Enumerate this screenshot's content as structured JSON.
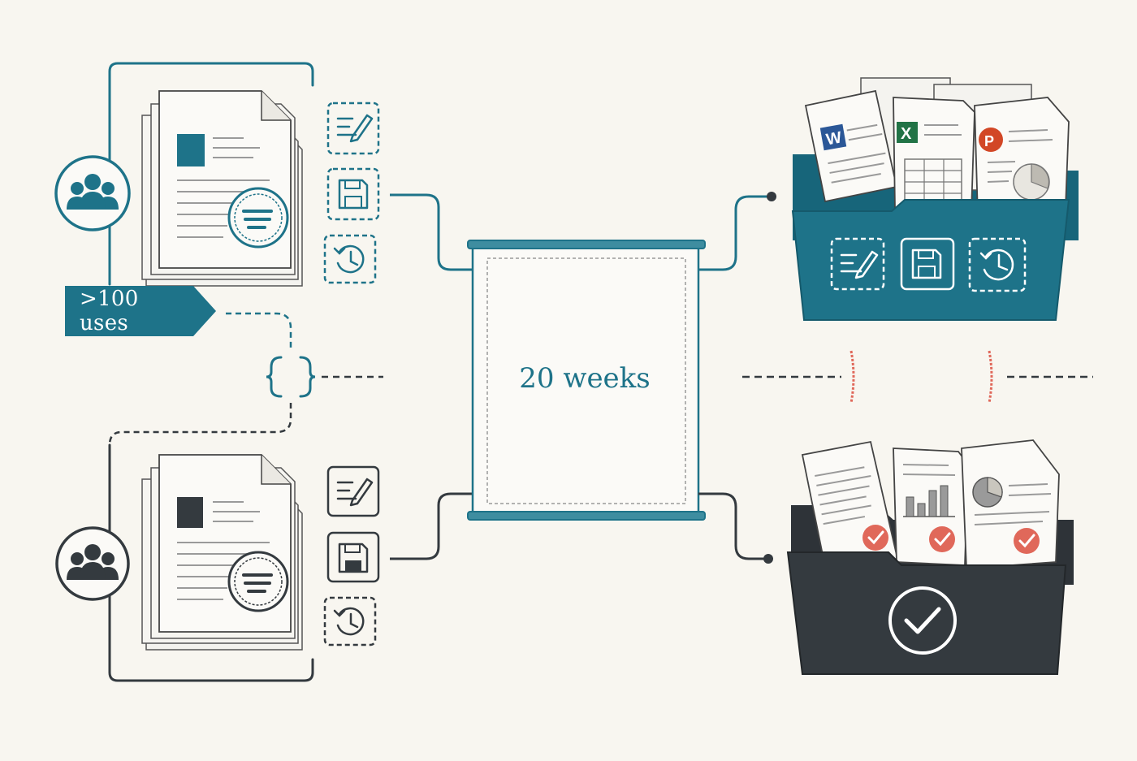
{
  "colors": {
    "background": "#f8f6f0",
    "teal": "#1e7389",
    "dark": "#343a3f",
    "accent_red": "#e0685a",
    "ink": "#2b2b2b"
  },
  "annotations": {
    "uses_tag": ">100 uses",
    "duration": "20 weeks"
  },
  "top_stack": {
    "user_group_icon": "users-icon",
    "tool_icons": [
      "edit-icon",
      "save-icon",
      "history-icon"
    ],
    "seal_icon": "stamp-seal-icon"
  },
  "bottom_stack": {
    "user_group_icon": "users-icon",
    "tool_icons": [
      "edit-icon",
      "save-icon",
      "history-icon"
    ],
    "seal_icon": "stamp-seal-icon"
  },
  "teal_folder": {
    "documents": [
      {
        "badge": "W",
        "color": "#2b5797",
        "icon": "word-doc-icon"
      },
      {
        "badge": "X",
        "color": "#217346",
        "icon": "excel-doc-icon"
      },
      {
        "badge": "P",
        "color": "#d24726",
        "icon": "powerpoint-doc-icon"
      }
    ],
    "folder_icons": [
      "edit-icon",
      "save-icon",
      "history-icon"
    ]
  },
  "dark_folder": {
    "documents": [
      "text-doc-icon",
      "bar-chart-doc-icon",
      "pie-chart-doc-icon"
    ],
    "status_icon": "check-circle-icon"
  },
  "center": {
    "board_icon": "timeline-board-icon",
    "bracket_icon": "curly-braces-icon"
  }
}
